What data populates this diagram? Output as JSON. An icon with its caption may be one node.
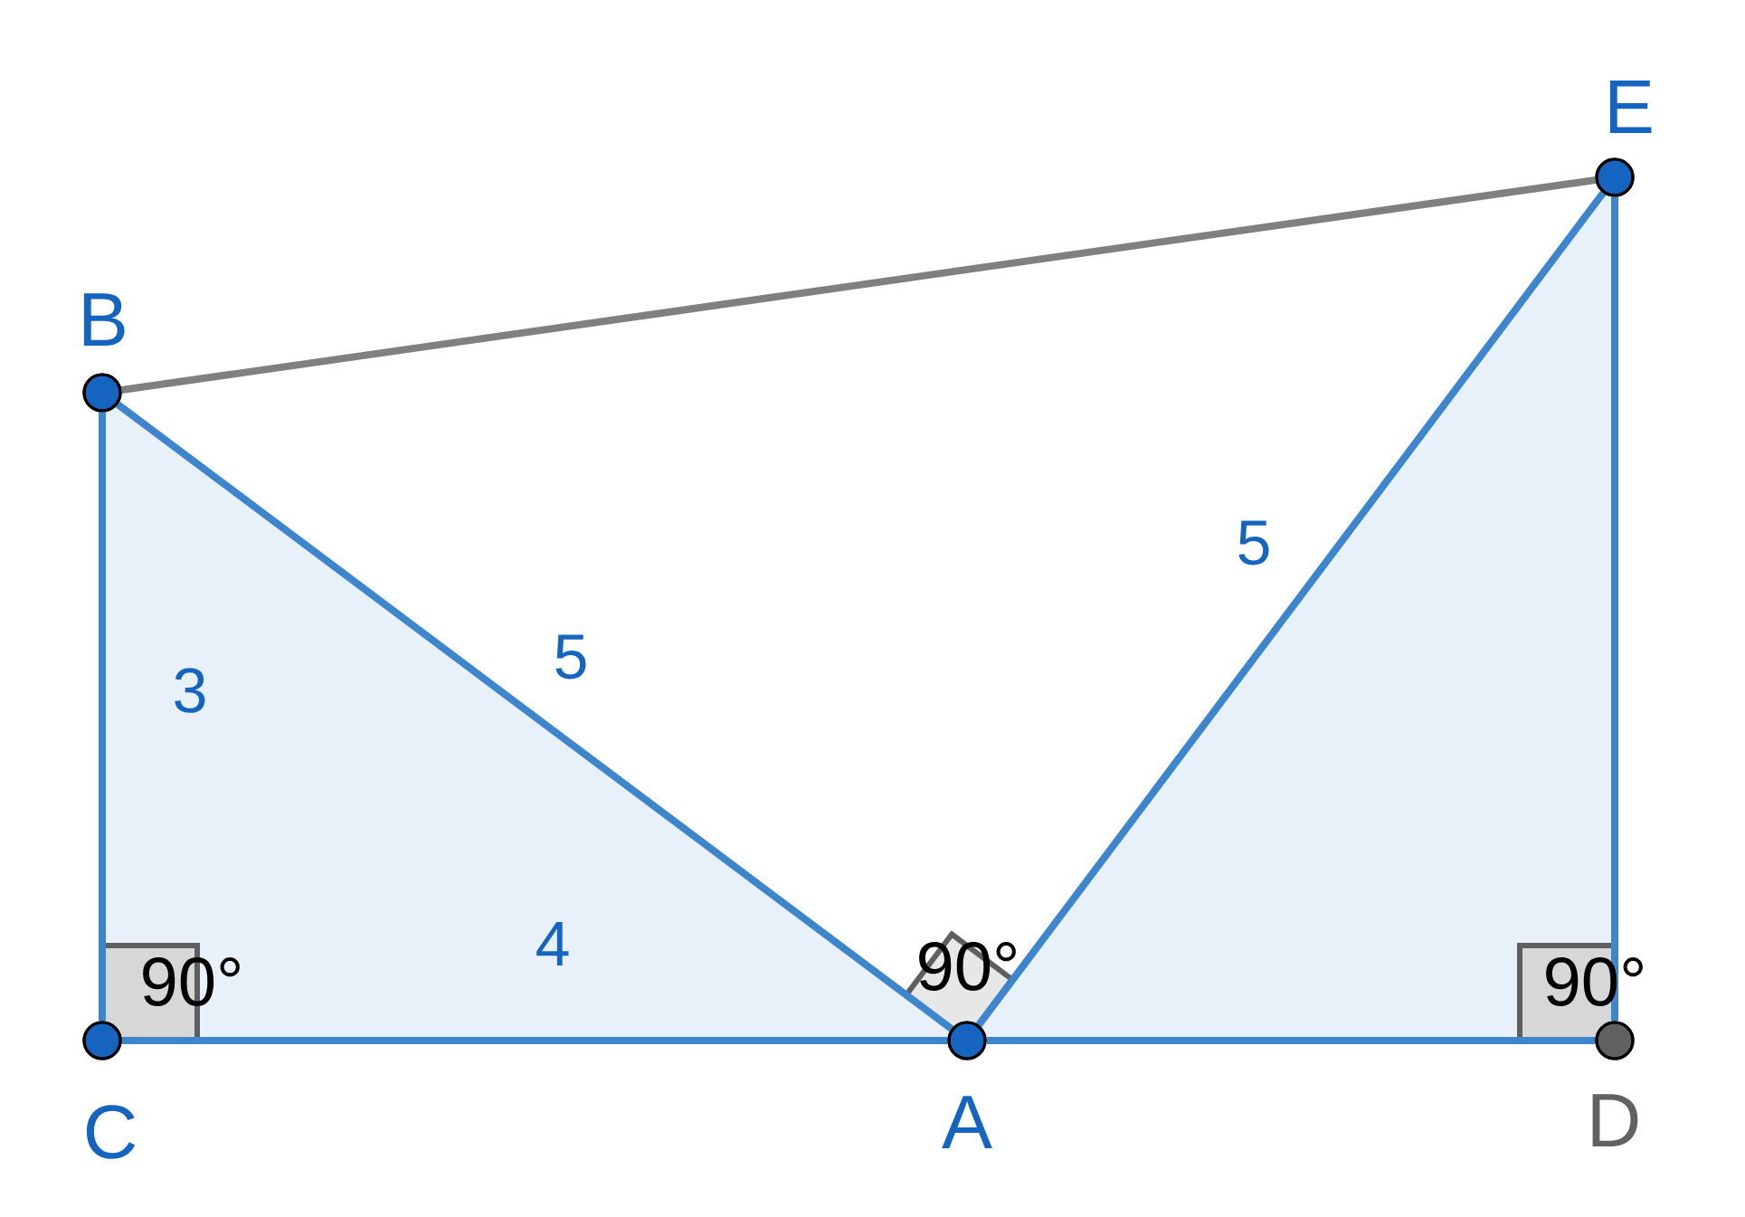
{
  "diagram": {
    "nodes": [
      {
        "text": [
          "B"
        ]
      },
      {
        "text": [
          "E"
        ]
      },
      {
        "text": [
          "C"
        ]
      },
      {
        "text": [
          "A"
        ]
      },
      {
        "text": [
          "D"
        ]
      }
    ],
    "edges": [
      {
        "from": 0,
        "to": 1,
        "arrow": "none",
        "color": "#808080"
      },
      {
        "from": 0,
        "to": 2,
        "arrow": "none",
        "label": "3"
      },
      {
        "from": 0,
        "to": 3,
        "arrow": "none",
        "label": "5"
      },
      {
        "from": 2,
        "to": 3,
        "arrow": "none",
        "label": "4"
      },
      {
        "from": 3,
        "to": 1,
        "arrow": "none",
        "label": "5"
      },
      {
        "from": 1,
        "to": 4,
        "arrow": "none"
      },
      {
        "from": 3,
        "to": 4,
        "arrow": "none"
      }
    ],
    "labels": [
      "90°",
      "90°",
      "90°"
    ]
  }
}
